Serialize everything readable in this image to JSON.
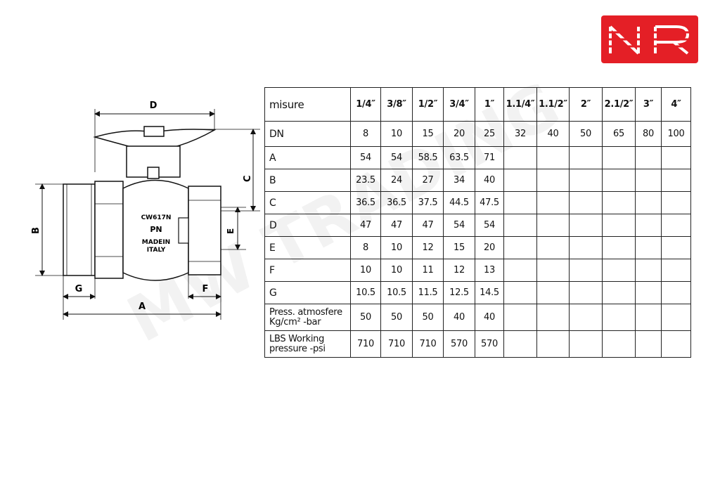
{
  "logo": {
    "text": "NR",
    "color": "#e41f26"
  },
  "watermark": "MW TRADING",
  "drawing": {
    "dim_labels": {
      "d": "D",
      "c": "C",
      "b": "B",
      "e": "E",
      "g": "G",
      "f": "F",
      "a": "A"
    },
    "body_marks": [
      "CW617N",
      "PN",
      "MADEIN",
      "ITALY"
    ]
  },
  "table": {
    "row_labels": [
      "misure",
      "DN",
      "A",
      "B",
      "C",
      "D",
      "E",
      "F",
      "G",
      "Press. atmosfere\nKg/cm²   -bar",
      "LBS Working\npressure  -psi"
    ],
    "rows": [
      [
        "1/4″",
        "3/8″",
        "1/2″",
        "3/4″",
        "1″",
        "1.1/4″",
        "1.1/2″",
        "2″",
        "2.1/2″",
        "3″",
        "4″"
      ],
      [
        "8",
        "10",
        "15",
        "20",
        "25",
        "32",
        "40",
        "50",
        "65",
        "80",
        "100"
      ],
      [
        "54",
        "54",
        "58.5",
        "63.5",
        "71",
        "",
        "",
        "",
        "",
        "",
        ""
      ],
      [
        "23.5",
        "24",
        "27",
        "34",
        "40",
        "",
        "",
        "",
        "",
        "",
        ""
      ],
      [
        "36.5",
        "36.5",
        "37.5",
        "44.5",
        "47.5",
        "",
        "",
        "",
        "",
        "",
        ""
      ],
      [
        "47",
        "47",
        "47",
        "54",
        "54",
        "",
        "",
        "",
        "",
        "",
        ""
      ],
      [
        "8",
        "10",
        "12",
        "15",
        "20",
        "",
        "",
        "",
        "",
        "",
        ""
      ],
      [
        "10",
        "10",
        "11",
        "12",
        "13",
        "",
        "",
        "",
        "",
        "",
        ""
      ],
      [
        "10.5",
        "10.5",
        "11.5",
        "12.5",
        "14.5",
        "",
        "",
        "",
        "",
        "",
        ""
      ],
      [
        "50",
        "50",
        "50",
        "40",
        "40",
        "",
        "",
        "",
        "",
        "",
        ""
      ],
      [
        "710",
        "710",
        "710",
        "570",
        "570",
        "",
        "",
        "",
        "",
        "",
        ""
      ]
    ]
  }
}
